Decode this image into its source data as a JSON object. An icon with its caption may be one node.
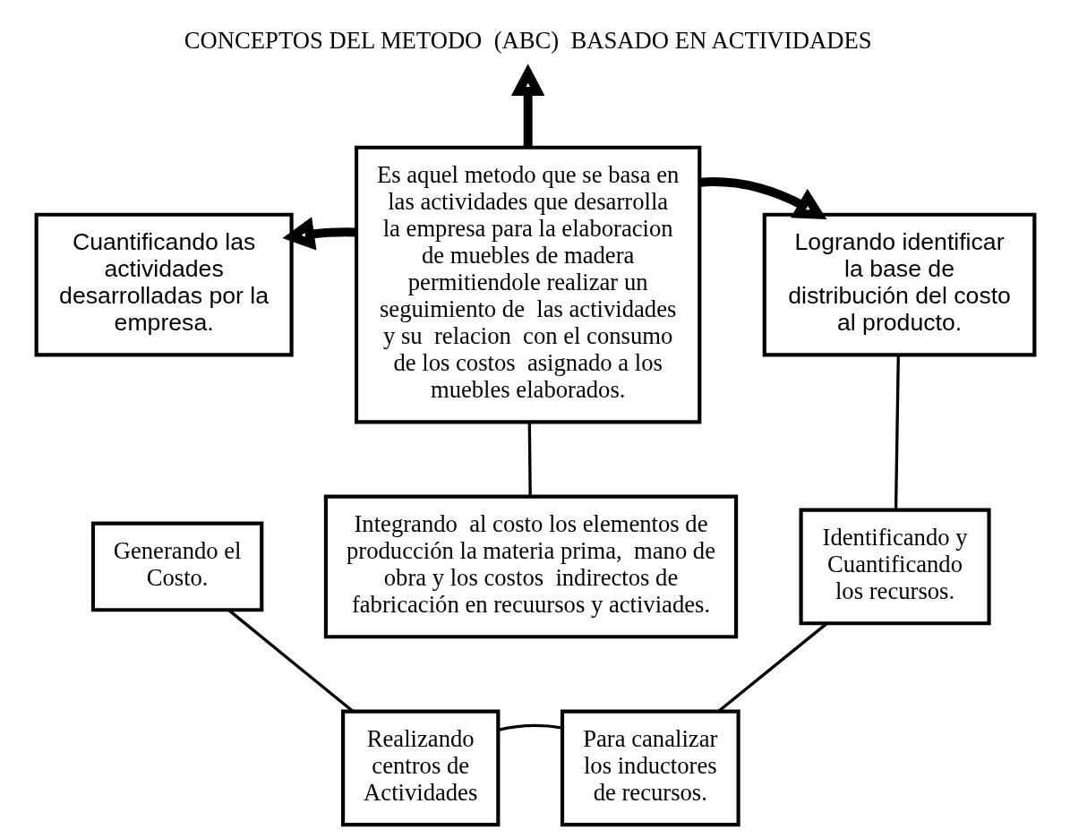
{
  "diagram": {
    "nodes": [
      {
        "text": [
          "CONCEPTOS DEL METODO  (ABC)  BASADO EN ACTIVIDADES"
        ]
      },
      {
        "text": [
          "Es aquel metodo que se basa en las actividades que desarrolla la empresa para la elaboracion de muebles de madera permitiendole realizar un seguimiento de  las actividades  y su  relacion  con el consumo de los costos  asignado a los muebles elaborados."
        ]
      },
      {
        "text": [
          "Cuantificando las actividades desarrolladas por la empresa."
        ]
      },
      {
        "text": [
          "Logrando identificar  la base de distribución del costo al producto."
        ]
      },
      {
        "text": [
          "Integrando  al costo los elementos de producción la materia prima,  mano de obra y los costos  indirectos de fabricación en recuursos y activiades."
        ]
      },
      {
        "text": [
          "Generando el Costo."
        ]
      },
      {
        "text": [
          "Identificando y Cuantificando los recursos."
        ]
      },
      {
        "text": [
          "Realizando centros de Actividades"
        ]
      },
      {
        "text": [
          "Para canalizar los inductores de recursos."
        ]
      }
    ],
    "edges": [
      {
        "from": 1,
        "to": 0,
        "arrow": "to",
        "style": "thick"
      },
      {
        "from": 1,
        "to": 2,
        "arrow": "to",
        "style": "thick"
      },
      {
        "from": 1,
        "to": 3,
        "arrow": "to",
        "style": "thick"
      },
      {
        "from": 1,
        "to": 4,
        "arrow": "none"
      },
      {
        "from": 3,
        "to": 6,
        "arrow": "none"
      },
      {
        "from": 5,
        "to": 7,
        "arrow": "none"
      },
      {
        "from": 7,
        "to": 8,
        "arrow": "none"
      },
      {
        "from": 6,
        "to": 8,
        "arrow": "none"
      }
    ]
  }
}
